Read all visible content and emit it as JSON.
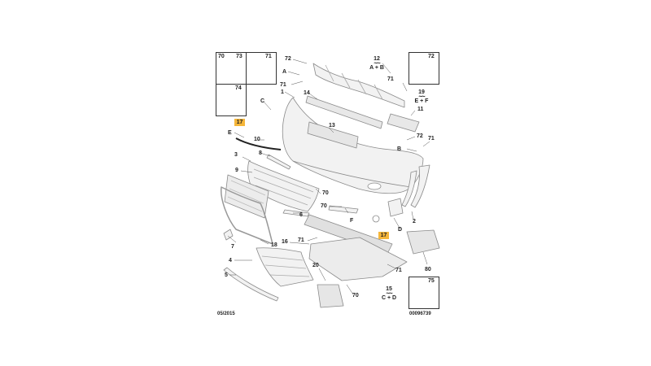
{
  "inset_boxes": [
    {
      "id": "box-70-73",
      "numbers": [
        "70",
        "73"
      ]
    },
    {
      "id": "box-71",
      "numbers": [
        "71"
      ]
    },
    {
      "id": "box-74",
      "numbers": [
        "74"
      ]
    },
    {
      "id": "box-72",
      "numbers": [
        "72"
      ]
    },
    {
      "id": "box-75",
      "numbers": [
        "75"
      ]
    }
  ],
  "highlighted_labels": [
    "17",
    "17"
  ],
  "references": [
    {
      "num": "12",
      "sub": "A + B"
    },
    {
      "num": "19",
      "sub": "E + F"
    },
    {
      "num": "15",
      "sub": "C + D"
    }
  ],
  "callouts": {
    "c72_top": "72",
    "cA": "A",
    "c71_a": "71",
    "c1": "1",
    "c14": "14",
    "cC": "C",
    "c13": "13",
    "cE": "E",
    "c10": "10",
    "c8": "8",
    "c3": "3",
    "c9": "9",
    "c70_a": "70",
    "c70_b": "70",
    "c6": "6",
    "c16": "16",
    "c71_b": "71",
    "c18": "18",
    "c7": "7",
    "c4": "4",
    "c5": "5",
    "c20": "20",
    "c70_c": "70",
    "cF": "F",
    "c71_c": "71",
    "c11": "11",
    "c72_r": "72",
    "cB": "B",
    "c71_r": "71",
    "cD": "D",
    "c2": "2",
    "c80": "80",
    "c71_top": "71"
  },
  "footer": {
    "date": "05/2015",
    "ref_code": "00096739"
  }
}
